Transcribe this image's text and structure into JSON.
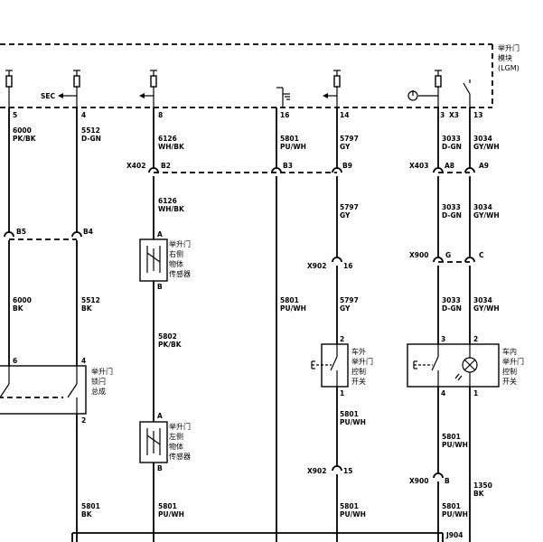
{
  "module": {
    "lines": [
      "举升门",
      "模块",
      "(LGM)"
    ]
  },
  "pin_labels": {
    "p5": "5",
    "p4": "4",
    "p8": "8",
    "p16": "16",
    "p14": "14",
    "p3": "3",
    "px3": "X3",
    "p13": "13"
  },
  "top_symbols": {
    "sec": "SEC"
  },
  "wires_top": {
    "w6000": {
      "num": "6000",
      "color": "PK/BK"
    },
    "w5512": {
      "num": "5512",
      "color": "D-GN"
    },
    "w6126": {
      "num": "6126",
      "color": "WH/BK"
    },
    "w5801": {
      "num": "5801",
      "color": "PU/WH"
    },
    "w5797": {
      "num": "5797",
      "color": "GY"
    },
    "w3033": {
      "num": "3033",
      "color": "D-GN"
    },
    "w3034": {
      "num": "3034",
      "color": "GY/WH"
    }
  },
  "connectors": {
    "x402": "X402",
    "b2": "B2",
    "b3": "B3",
    "b9": "B9",
    "x403": "X403",
    "a8": "A8",
    "a9": "A9",
    "b5": "B5",
    "b4": "B4",
    "x900": "X900",
    "g": "G",
    "c": "C",
    "x902": "X902",
    "c16": "16",
    "c15": "15",
    "x900b": "X900",
    "b": "B",
    "j904": "J904"
  },
  "wires_mid": {
    "w6126": {
      "num": "6126",
      "color": "WH/BK"
    },
    "w5797": {
      "num": "5797",
      "color": "GY"
    },
    "w3033": {
      "num": "3033",
      "color": "D-GN"
    },
    "w3034": {
      "num": "3034",
      "color": "GY/WH"
    }
  },
  "wires_lower": {
    "w6000": {
      "num": "6000",
      "color": "BK"
    },
    "w5512": {
      "num": "5512",
      "color": "BK"
    },
    "w5801": {
      "num": "5801",
      "color": "PU/WH"
    },
    "w5797": {
      "num": "5797",
      "color": "GY"
    },
    "w3033": {
      "num": "3033",
      "color": "D-GN"
    },
    "w3034": {
      "num": "3034",
      "color": "GY/WH"
    },
    "w5802": {
      "num": "5802",
      "color": "PK/BK"
    }
  },
  "wires_bottom": {
    "w5801a": {
      "num": "5801",
      "color": "BK"
    },
    "w5801b": {
      "num": "5801",
      "color": "PU/WH"
    },
    "w5801c": {
      "num": "5801",
      "color": "PU/WH"
    },
    "w5801d": {
      "num": "5801",
      "color": "PU/WH"
    },
    "w5801e": {
      "num": "5801",
      "color": "PU/WH"
    },
    "w5801f": {
      "num": "5801",
      "color": "PU/WH"
    },
    "w1350": {
      "num": "1350",
      "color": "BK"
    }
  },
  "components": {
    "latch": {
      "lines": [
        "举升门",
        "锁闩",
        "总成"
      ],
      "pin6": "6",
      "pin4": "4",
      "pin2": "2"
    },
    "right_sensor": {
      "lines": [
        "举升门",
        "右侧",
        "物体",
        "传感器"
      ],
      "pinA": "A",
      "pinB": "B"
    },
    "left_sensor": {
      "lines": [
        "举升门",
        "左侧",
        "物体",
        "传感器"
      ],
      "pinA": "A",
      "pinB": "B"
    },
    "outside_switch": {
      "lines": [
        "车外",
        "举升门",
        "控制",
        "开关"
      ],
      "pin2": "2",
      "pin1": "1"
    },
    "inside_switch": {
      "lines": [
        "车内",
        "举升门",
        "控制",
        "开关"
      ],
      "pin3": "3",
      "pin2": "2",
      "pin4": "4",
      "pin1": "1"
    }
  }
}
